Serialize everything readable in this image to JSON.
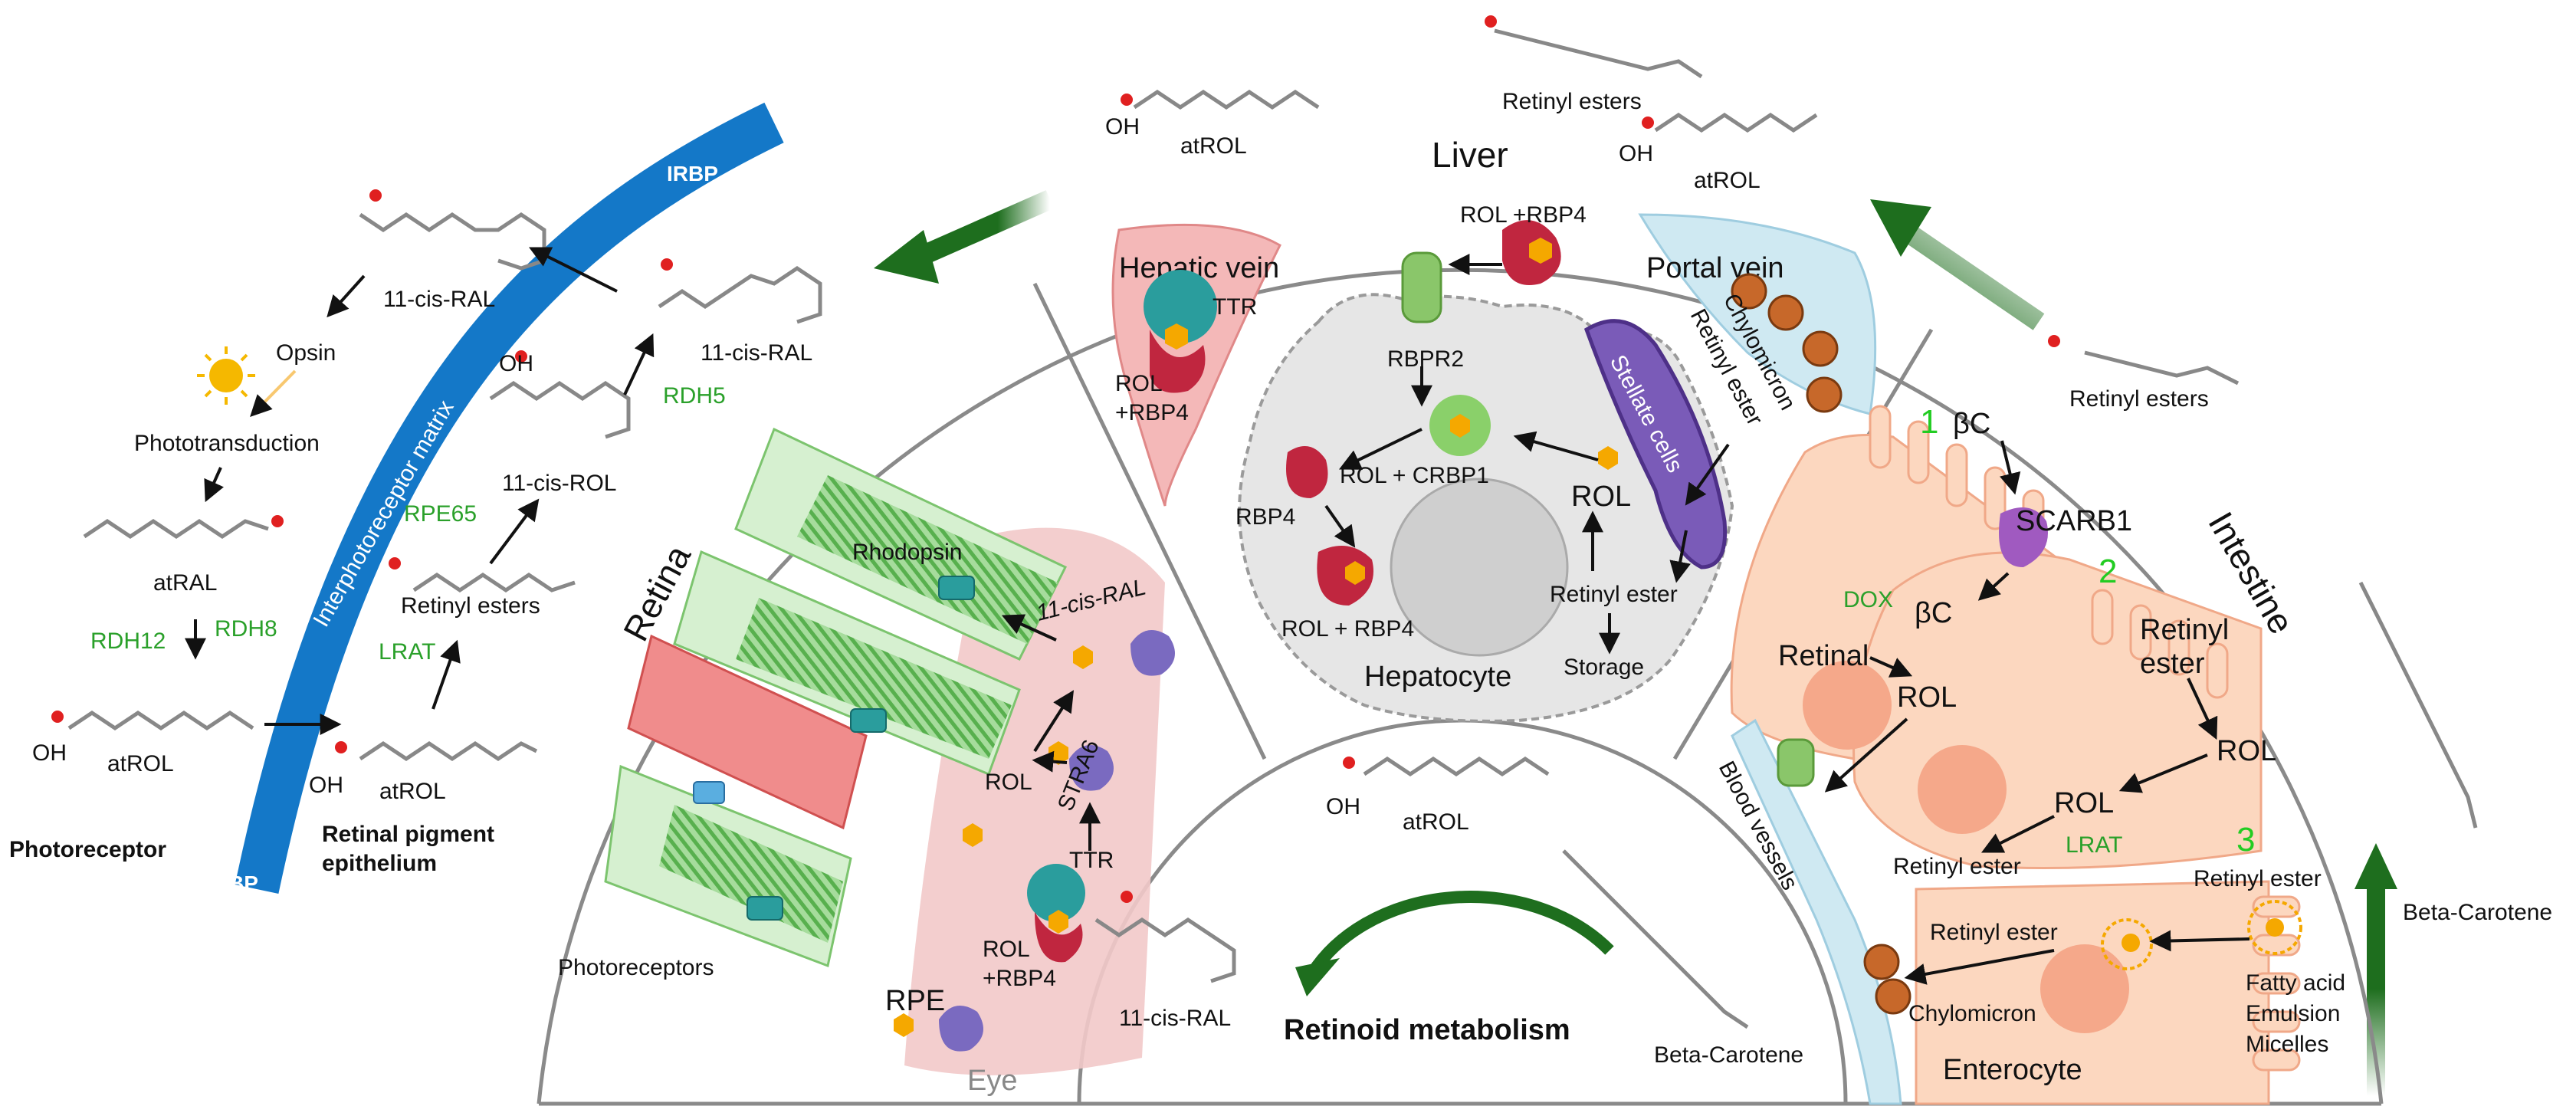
{
  "sections": {
    "liver": "Liver",
    "retina": "Retina",
    "intestine": "Intestine",
    "eye": "Eye",
    "center": "Retinoid metabolism",
    "hepatocyte": "Hepatocyte",
    "hepatic_vein": "Hepatic vein",
    "portal_vein": "Portal vein",
    "stellate": "Stellate cells",
    "enterocyte": "Enterocyte",
    "blood_vessels": "Blood vessels"
  },
  "left_panel": {
    "irbp_top": "IRBP",
    "irbp_bottom": "IRBP",
    "matrix": "Interphotoreceptor matrix",
    "photoreceptor": "Photoreceptor",
    "rpe_line1": "Retinal pigment",
    "rpe_line2": "epithelium",
    "cis_ral_1": "11-cis-RAL",
    "cis_ral_2": "11-cis-RAL",
    "opsin": "Opsin",
    "phototransduction": "Phototransduction",
    "atral": "atRAL",
    "rdh12": "RDH12",
    "rdh8": "RDH8",
    "atrol_1": "atROL",
    "oh_1": "OH",
    "atrol_2": "atROL",
    "oh_2": "OH",
    "lrat": "LRAT",
    "retinyl_esters": "Retinyl esters",
    "rpe65": "RPE65",
    "cis_rol": "11-cis-ROL",
    "oh_3": "OH",
    "rdh5": "RDH5"
  },
  "top": {
    "atrol_left": "atROL",
    "oh_left": "OH",
    "retinyl_esters_top": "Retinyl esters",
    "atrol_right": "atROL",
    "oh_right": "OH",
    "retinyl_esters_right": "Retinyl esters"
  },
  "liver_panel": {
    "rol_rbp4_top": "ROL +RBP4",
    "ttr": "TTR",
    "rol_rbp4_a": "ROL",
    "rol_rbp4_b": "+RBP4",
    "rbpr2": "RBPR2",
    "rol_crbp1": "ROL + CRBP1",
    "rbp4": "RBP4",
    "rol_rbp4_bottom": "ROL + RBP4",
    "rol": "ROL",
    "retinyl_ester": "Retinyl ester",
    "storage": "Storage",
    "chylomicron": "Chylomicron",
    "retinyl_ester_portal": "Retinyl ester"
  },
  "retina_panel": {
    "rhodopsin": "Rhodopsin",
    "cis_ral": "11-cis-RAL",
    "stra6": "STRA6",
    "rol": "ROL",
    "ttr": "TTR",
    "rol_rbp4_a": "ROL",
    "rol_rbp4_b": "+RBP4",
    "photoreceptors": "Photoreceptors",
    "rpe": "RPE",
    "cis_ral_bottom": "11-cis-RAL"
  },
  "center_panel": {
    "atrol": "atROL",
    "oh": "OH",
    "beta_carotene": "Beta-Carotene"
  },
  "intestine_panel": {
    "step1": "1",
    "step2": "2",
    "step3": "3",
    "bc_top": "βC",
    "scarb1": "SCARB1",
    "dox": "DOX",
    "bc_mid": "βC",
    "retinal": "Retinal",
    "rol_a": "ROL",
    "retinyl_ester_a1": "Retinyl",
    "retinyl_ester_a2": "ester",
    "rol_b": "ROL",
    "rol_c": "ROL",
    "lrat": "LRAT",
    "retinyl_ester_b": "Retinyl ester",
    "retinyl_ester_c": "Retinyl ester",
    "retinyl_ester_d": "Retinyl ester",
    "chylomicron": "Chylomicron",
    "fatty_acid": "Fatty acid",
    "emulsion": "Emulsion",
    "micelles": "Micelles",
    "beta_carotene": "Beta-Carotene"
  },
  "colors": {
    "irbp_blue": "#1478c8",
    "arrow_green": "#1e6e1e",
    "label_green": "#2aa02a",
    "step_green": "#22cc22",
    "panel_stroke": "#8a8a8a",
    "hepatocyte_fill": "#e6e6e6",
    "enterocyte_fill": "#fcd7bf",
    "rod_green": "#b8e6b0",
    "rpe_pink": "#f2c9c9",
    "protein_red": "#c0263f",
    "stellate_purple": "#6b4fa8"
  }
}
